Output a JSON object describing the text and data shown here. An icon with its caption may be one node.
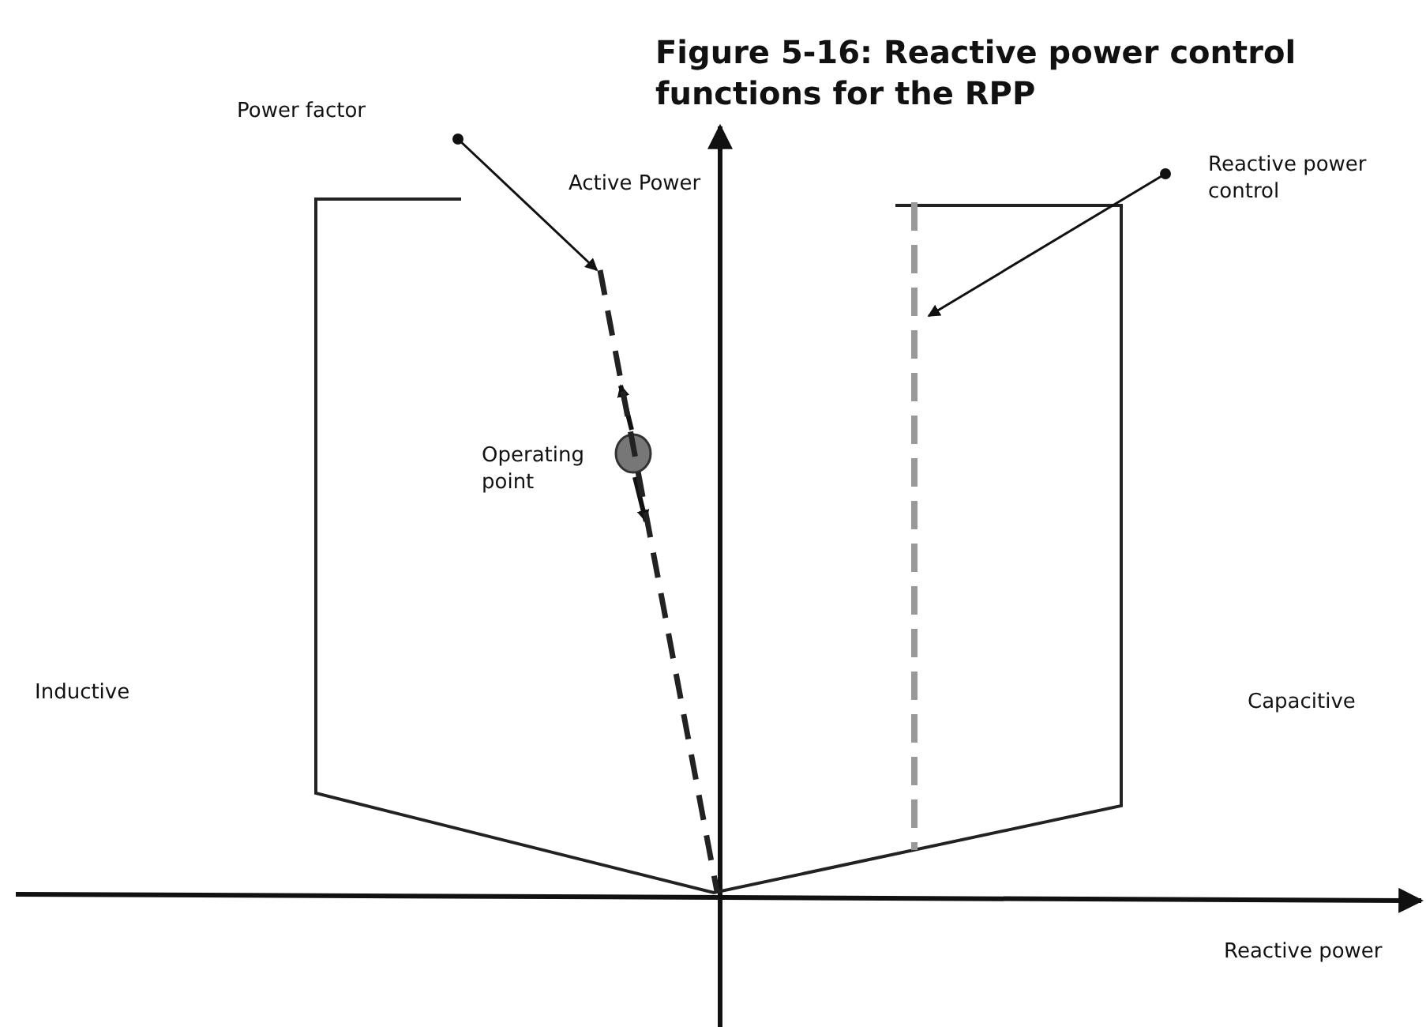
{
  "diagram": {
    "title": "Figure 5-16: Reactive power control functions for the RPP",
    "nodes": [
      {
        "text": [
          "Power factor"
        ]
      },
      {
        "text": [],
        "shape": "line"
      },
      {
        "text": [
          "Reactive power control"
        ]
      },
      {
        "text": [],
        "shape": "line"
      }
    ],
    "edges": [
      {
        "from": 0,
        "to": 1,
        "arrow": "to"
      },
      {
        "from": 2,
        "to": 3,
        "arrow": "to"
      }
    ],
    "labels": [
      "Active Power",
      "Operating point",
      "Inductive",
      "Capacitive",
      "Reactive power"
    ]
  }
}
